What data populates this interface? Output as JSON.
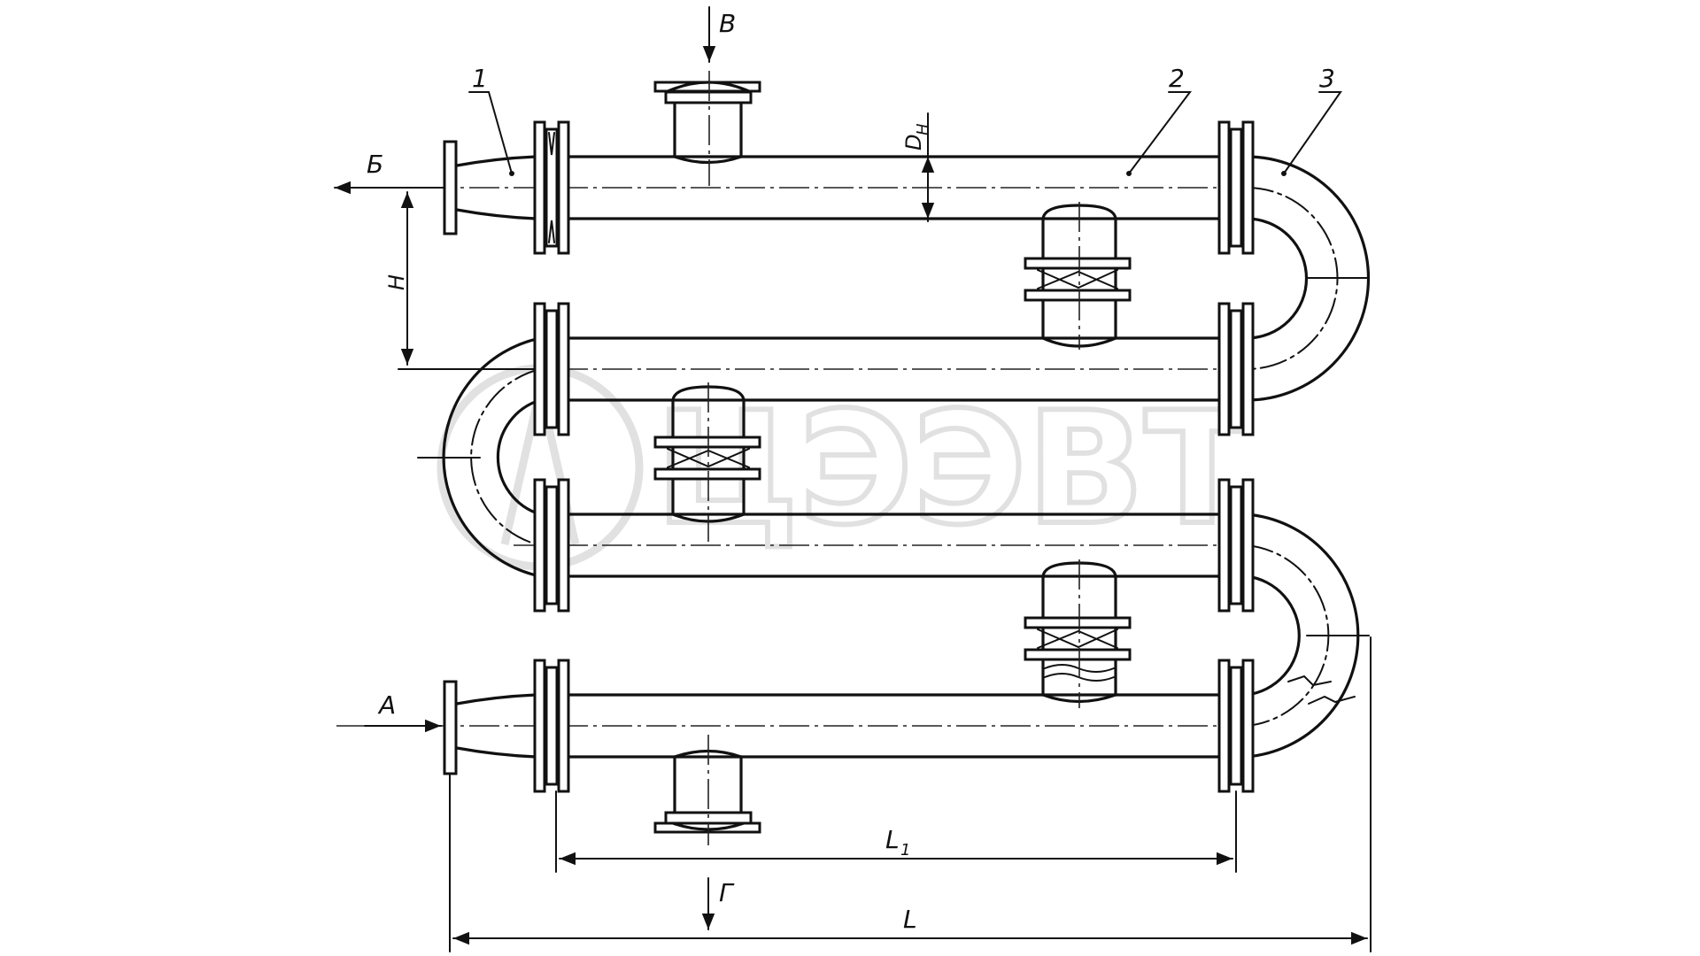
{
  "labels": {
    "item_1": "1",
    "item_2": "2",
    "item_3": "3",
    "flow_a": "А",
    "flow_b": "Б",
    "flow_v": "В",
    "flow_g": "Г",
    "dim_l": "L",
    "dim_l1": "L",
    "dim_l1_sub": "1",
    "dim_h": "H",
    "dim_dn": "D",
    "dim_dn_sub": "Н"
  },
  "watermark": {
    "text": "ЦЭЭВТ",
    "color": "#c9c9c9"
  },
  "colors": {
    "line": "#111111",
    "background": "#ffffff"
  }
}
